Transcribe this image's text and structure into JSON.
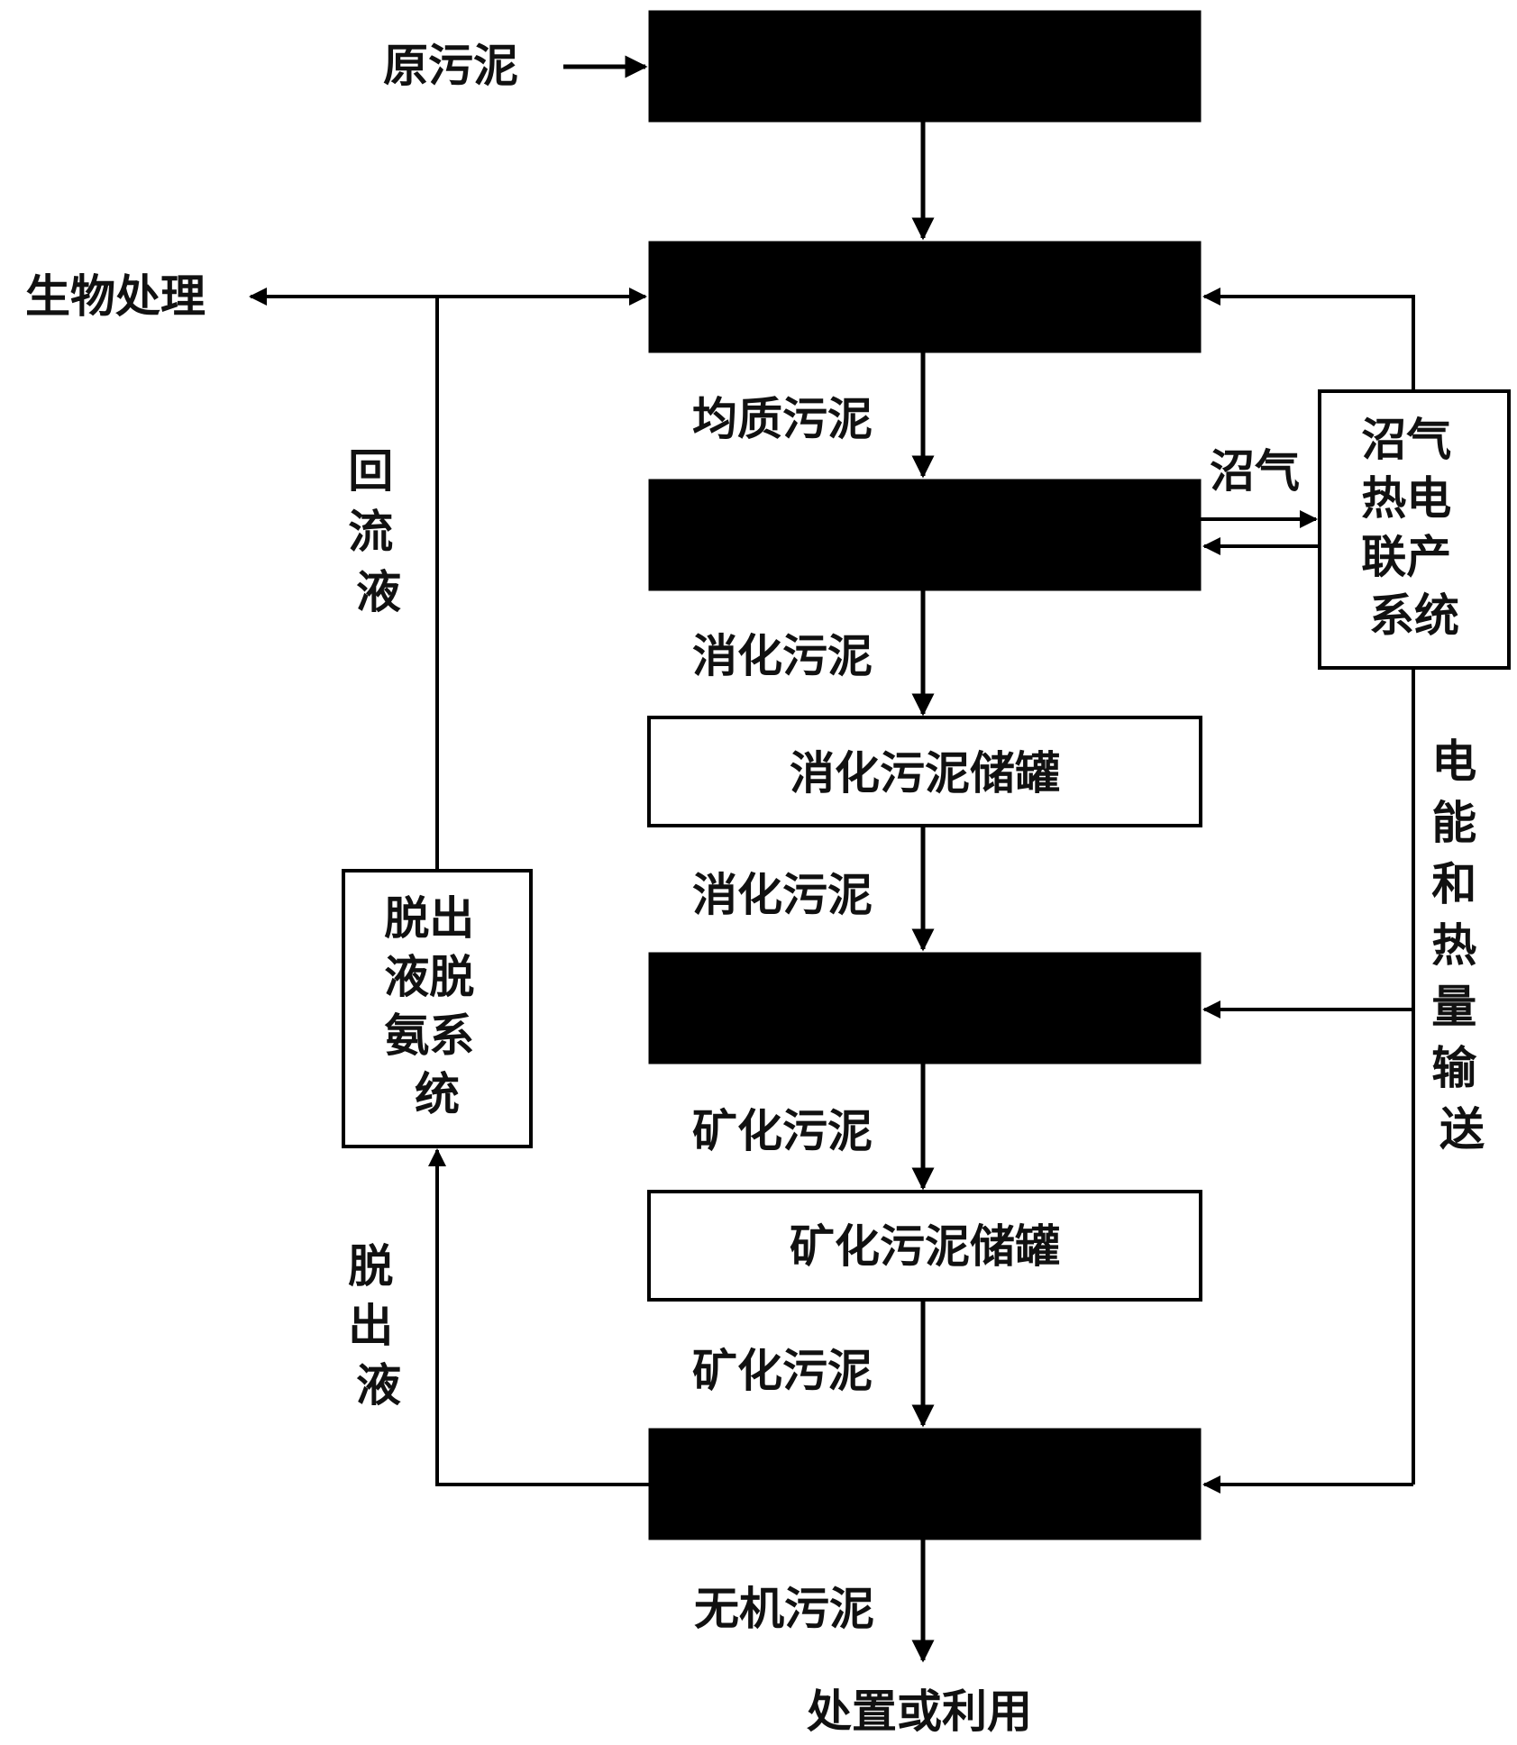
{
  "raw_sludge": "原污泥",
  "biological_treatment": "生物处理",
  "return_liquid": [
    "回",
    "流",
    "液"
  ],
  "homogenized_sludge": "均质污泥",
  "biogas": "沼气",
  "chp_system": [
    "沼气",
    "热电",
    "联产",
    "系统"
  ],
  "digested_sludge_1": "消化污泥",
  "digested_tank": "消化污泥储罐",
  "digested_sludge_2": "消化污泥",
  "power_heat": [
    "电",
    "能",
    "和",
    "热",
    "量",
    "输",
    "送"
  ],
  "mineralized_sludge_1": "矿化污泥",
  "mineralized_tank": "矿化污泥储罐",
  "mineralized_sludge_2": "矿化污泥",
  "ammonia_system": [
    "脱出",
    "液脱",
    "氨系",
    "统"
  ],
  "effluent": [
    "脱",
    "出",
    "液"
  ],
  "inorganic_sludge": "无机污泥",
  "disposal": "处置或利用"
}
